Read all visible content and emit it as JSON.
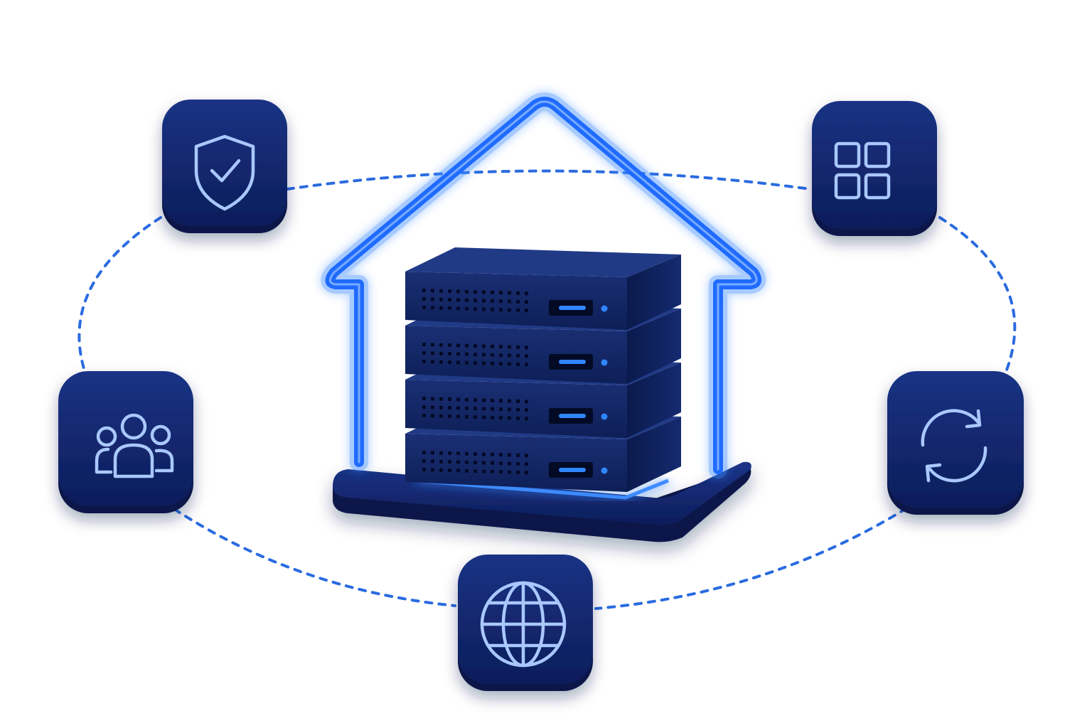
{
  "colors": {
    "background": "#ffffff",
    "tile_face": "#13286e",
    "tile_dark": "#0a1748",
    "icon_stroke": "#a9c8ff",
    "neon": "#1f6bff",
    "neon_glow": "#3d8bff",
    "connector_dash": "#2a6be0",
    "server_face": "#12255f",
    "server_top": "#203a86",
    "vent": "#020a26",
    "led": "#2f86ff"
  },
  "hub": {
    "icon": "home-server-icon",
    "server_units": 4
  },
  "satellites": [
    {
      "key": "security",
      "icon": "shield-check-icon"
    },
    {
      "key": "apps",
      "icon": "grid-icon"
    },
    {
      "key": "users",
      "icon": "users-icon"
    },
    {
      "key": "sync",
      "icon": "sync-icon"
    },
    {
      "key": "web",
      "icon": "globe-icon"
    }
  ]
}
